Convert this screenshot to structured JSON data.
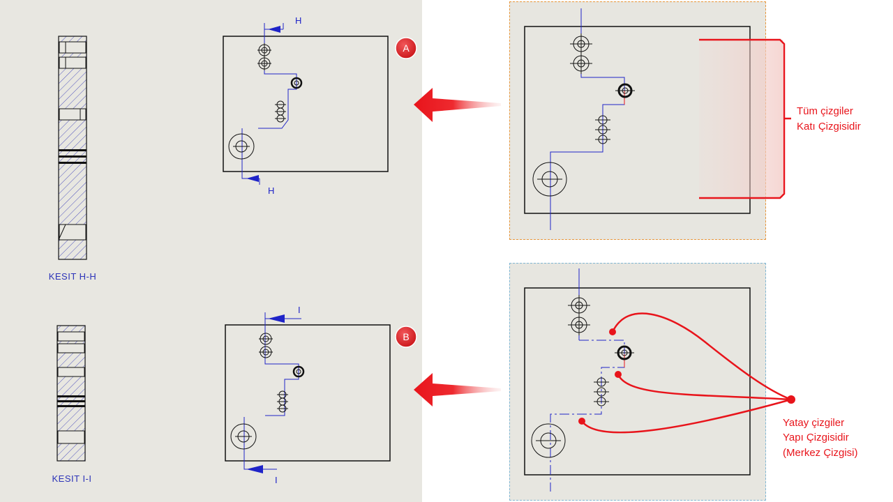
{
  "colors": {
    "background": "#e8e7e1",
    "drawing_line": "#111111",
    "section_line": "#1f24c8",
    "annotation_red": "#e8141b",
    "hatch": "#2a2fb4"
  },
  "left_views": {
    "section_h_label": "KESIT H-H",
    "section_i_label": "KESIT I-I"
  },
  "section_arrows": {
    "h_top": "H",
    "h_bottom": "H",
    "i_top": "I",
    "i_bottom": "I"
  },
  "badges": {
    "a": "A",
    "b": "B"
  },
  "annotations": {
    "solid_lines_line1": "Tüm çizgiler",
    "solid_lines_line2": "Katı Çizgisidir",
    "construction_line1": "Yatay çizgiler",
    "construction_line2": "Yapı Çizgisidir",
    "construction_line3": "(Merkez Çizgisi)"
  }
}
